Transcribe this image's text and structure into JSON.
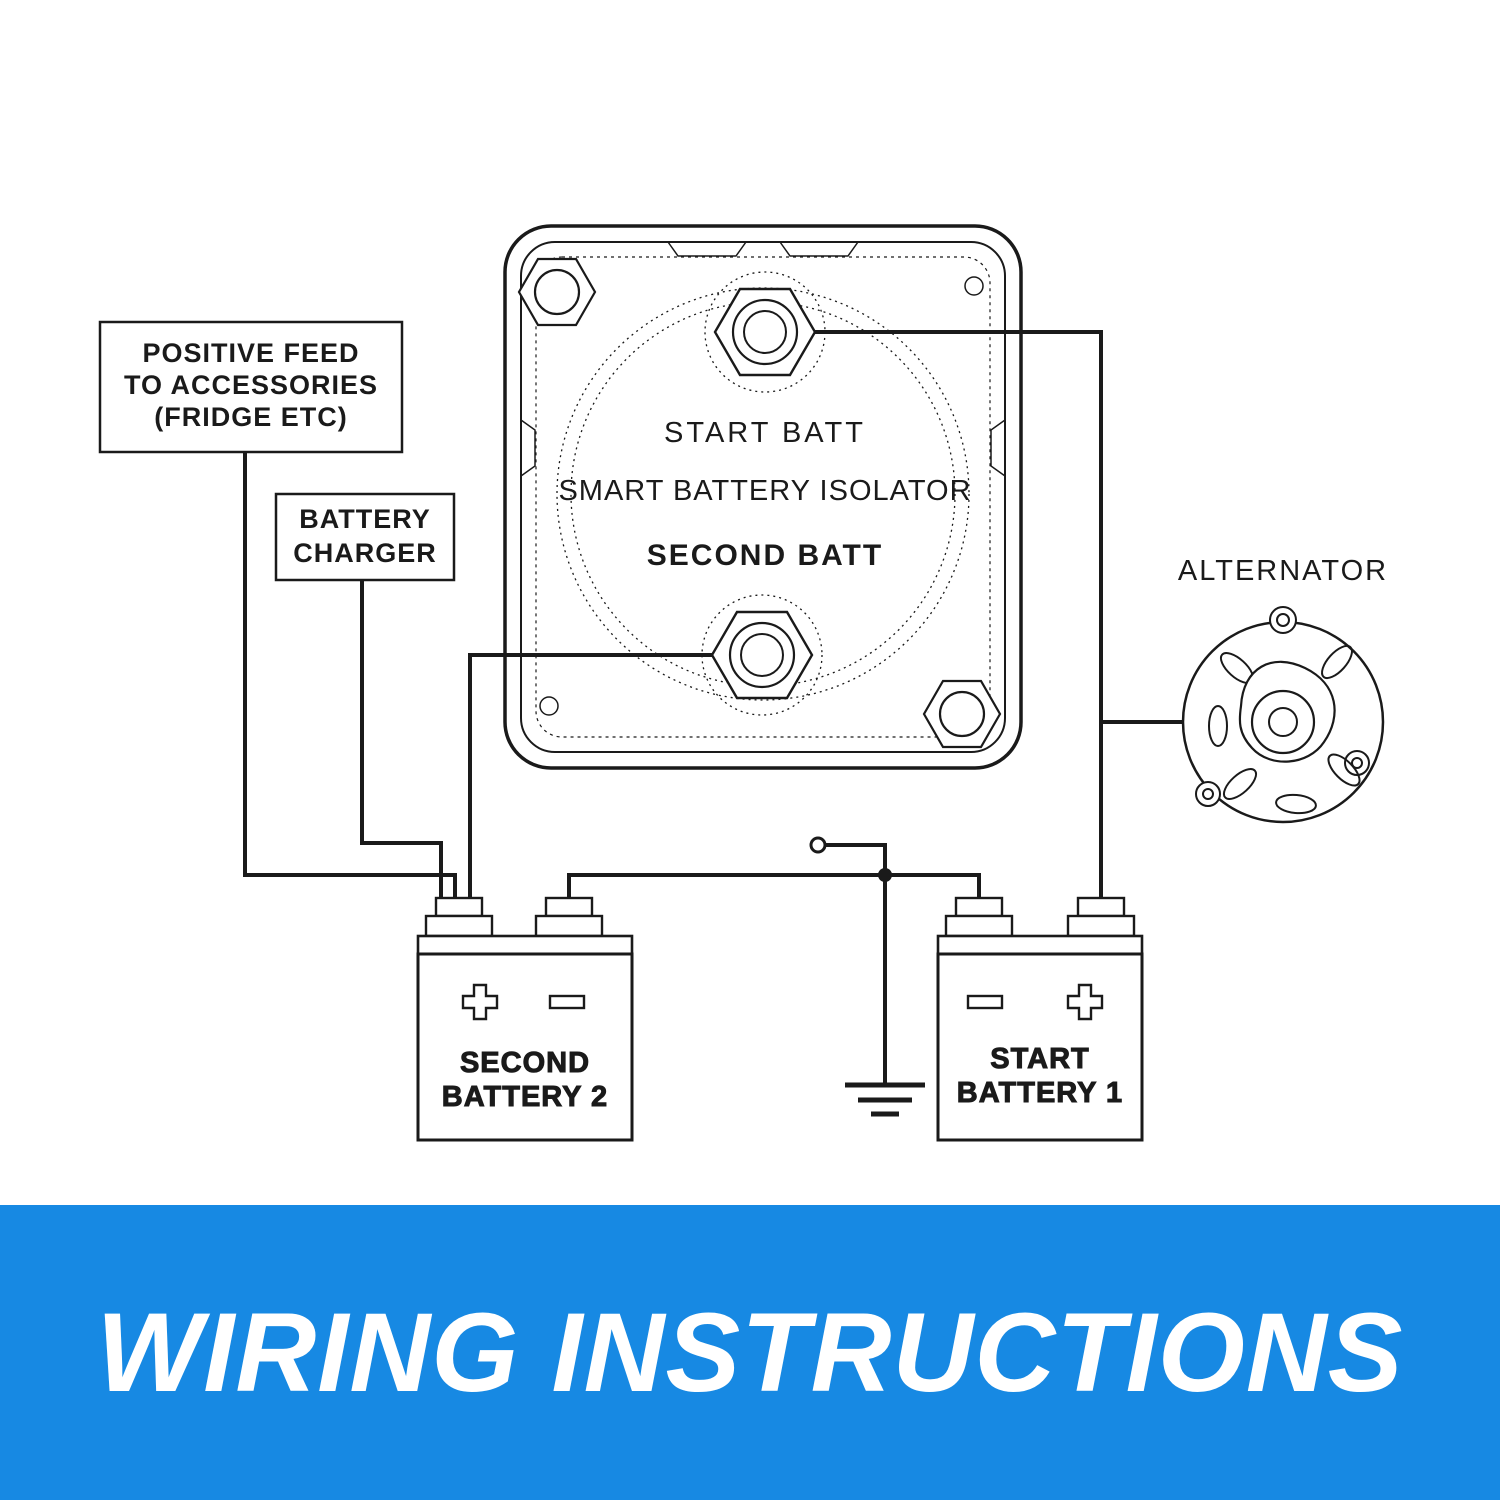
{
  "diagram": {
    "labels": {
      "positive_feed": {
        "line1": "POSITIVE FEED",
        "line2": "TO ACCESSORIES",
        "line3": "(FRIDGE ETC)"
      },
      "battery_charger": {
        "line1": "BATTERY",
        "line2": "CHARGER"
      },
      "alternator": "ALTERNATOR"
    },
    "isolator": {
      "top_terminal_label": "START BATT",
      "title": "SMART BATTERY ISOLATOR",
      "bottom_terminal_label": "SECOND BATT"
    },
    "batteries": {
      "second": {
        "line1": "SECOND",
        "line2": "BATTERY 2"
      },
      "start": {
        "line1": "START",
        "line2": "BATTERY 1"
      }
    }
  },
  "banner": {
    "title": "WIRING INSTRUCTIONS"
  },
  "colors": {
    "banner_blue": "#1789e3",
    "line_color": "#1a1a1a",
    "banner_text": "#ffffff"
  }
}
